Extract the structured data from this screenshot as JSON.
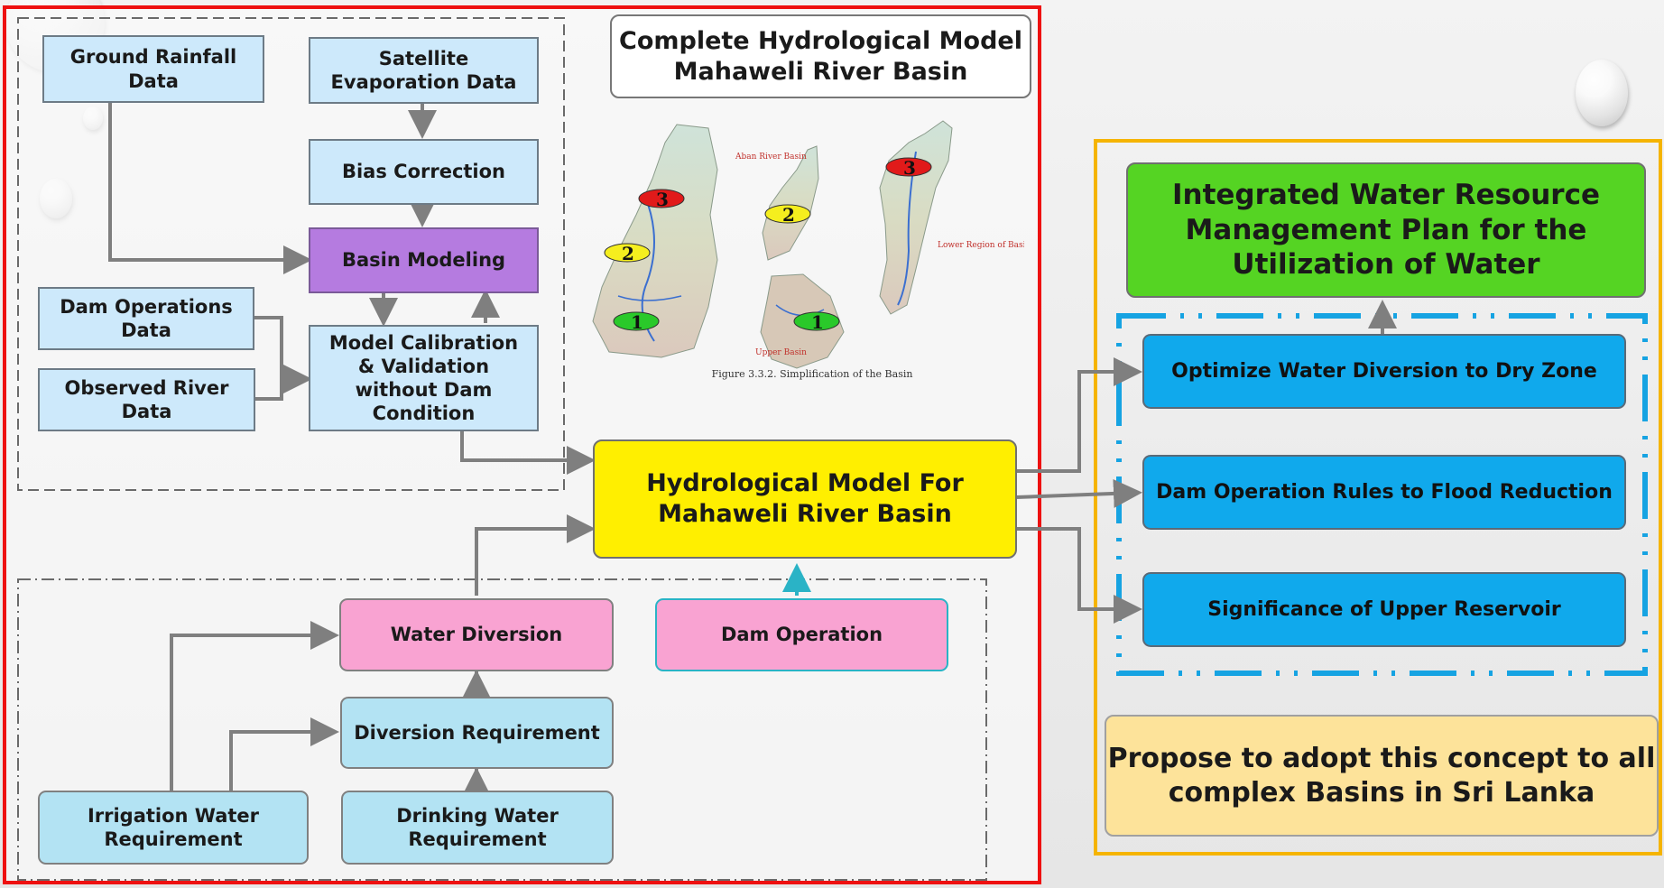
{
  "title": {
    "line1": "Complete Hydrological Model",
    "line2": "Mahaweli River Basin"
  },
  "inputs": {
    "ground_rainfall": "Ground Rainfall\nData",
    "satellite_evaporation": "Satellite\nEvaporation Data",
    "bias_correction": "Bias Correction",
    "basin_modeling": "Basin Modeling",
    "dam_operations_data": "Dam Operations\nData",
    "observed_river_data": "Observed River Data",
    "model_calibration": "Model Calibration\n& Validation\nwithout Dam\nCondition"
  },
  "maps": {
    "caption": "Figure 3.3.2. Simplification of the Basin",
    "label_aban": "Aban River Basin",
    "label_lower": "Lower Region of Basin",
    "label_upper": "Upper Basin",
    "markers": [
      "1",
      "2",
      "3"
    ]
  },
  "center": {
    "hydro_model": "Hydrological Model For\nMahaweli River Basin"
  },
  "lower": {
    "water_diversion": "Water Diversion",
    "dam_operation": "Dam Operation",
    "diversion_requirement": "Diversion Requirement",
    "irrigation": "Irrigation Water\nRequirement",
    "drinking": "Drinking Water\nRequirement"
  },
  "right": {
    "plan": "Integrated Water Resource\nManagement Plan for the\nUtilization of Water",
    "outputs": [
      "Optimize Water Diversion to Dry Zone",
      "Dam Operation Rules to Flood Reduction",
      "Significance of Upper Reservoir"
    ],
    "propose": "Propose to adopt this concept to all\ncomplex Basins in Sri Lanka"
  },
  "colors": {
    "red_frame": "#ee1111",
    "orange_frame": "#f5b400",
    "dashed_blue": "#16a3e2",
    "yellow": "#ffef00",
    "green": "#55d423",
    "purple": "#b57be0",
    "pink": "#f9a3d2",
    "cream": "#fde39a"
  }
}
